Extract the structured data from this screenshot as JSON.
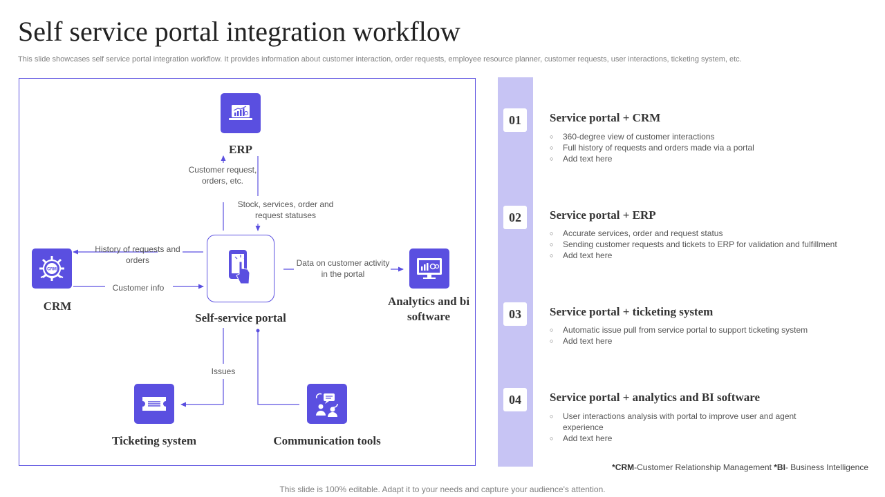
{
  "header": {
    "title": "Self service portal integration workflow",
    "subtitle": "This slide showcases self service portal integration workflow. It provides information about customer interaction, order requests, employee resource planner, customer requests, user interactions, ticketing system, etc."
  },
  "diagram": {
    "nodes": {
      "erp": "ERP",
      "crm": "CRM",
      "portal": "Self-service portal",
      "analytics": "Analytics and bi software",
      "ticketing": "Ticketing system",
      "communication": "Communication tools"
    },
    "crm_badge": "CRM",
    "flows": {
      "customer_request": "Customer request, orders, etc.",
      "stock_services": "Stock, services, order and request statuses",
      "history": "History of requests and orders",
      "customer_info": "Customer info",
      "data_activity": "Data on customer activity in the portal",
      "issues": "Issues"
    }
  },
  "steps": [
    {
      "number": "01",
      "title": "Service portal + CRM",
      "bullets": [
        "360-degree view of customer interactions",
        "Full history of requests and orders made via a portal",
        "Add text here"
      ]
    },
    {
      "number": "02",
      "title": "Service portal + ERP",
      "bullets": [
        "Accurate services, order and request status",
        "Sending customer requests and tickets to ERP for validation and fulfillment",
        "Add text here"
      ]
    },
    {
      "number": "03",
      "title": "Service portal + ticketing system",
      "bullets": [
        "Automatic issue pull from service portal to support ticketing system",
        "Add text here"
      ]
    },
    {
      "number": "04",
      "title": "Service portal + analytics and BI software",
      "bullets": [
        "User interactions analysis with portal to improve user and agent experience",
        "Add text here"
      ]
    }
  ],
  "footnote": {
    "crm_abbr": "*CRM",
    "crm_text": "-Customer Relationship Management ",
    "bi_abbr": "*BI",
    "bi_text": "- Business Intelligence"
  },
  "bottom_note": "This slide is 100% editable. Adapt it to your needs and capture your audience's attention.",
  "colors": {
    "accent": "#5a4fe0",
    "band": "#c7c4f4"
  }
}
